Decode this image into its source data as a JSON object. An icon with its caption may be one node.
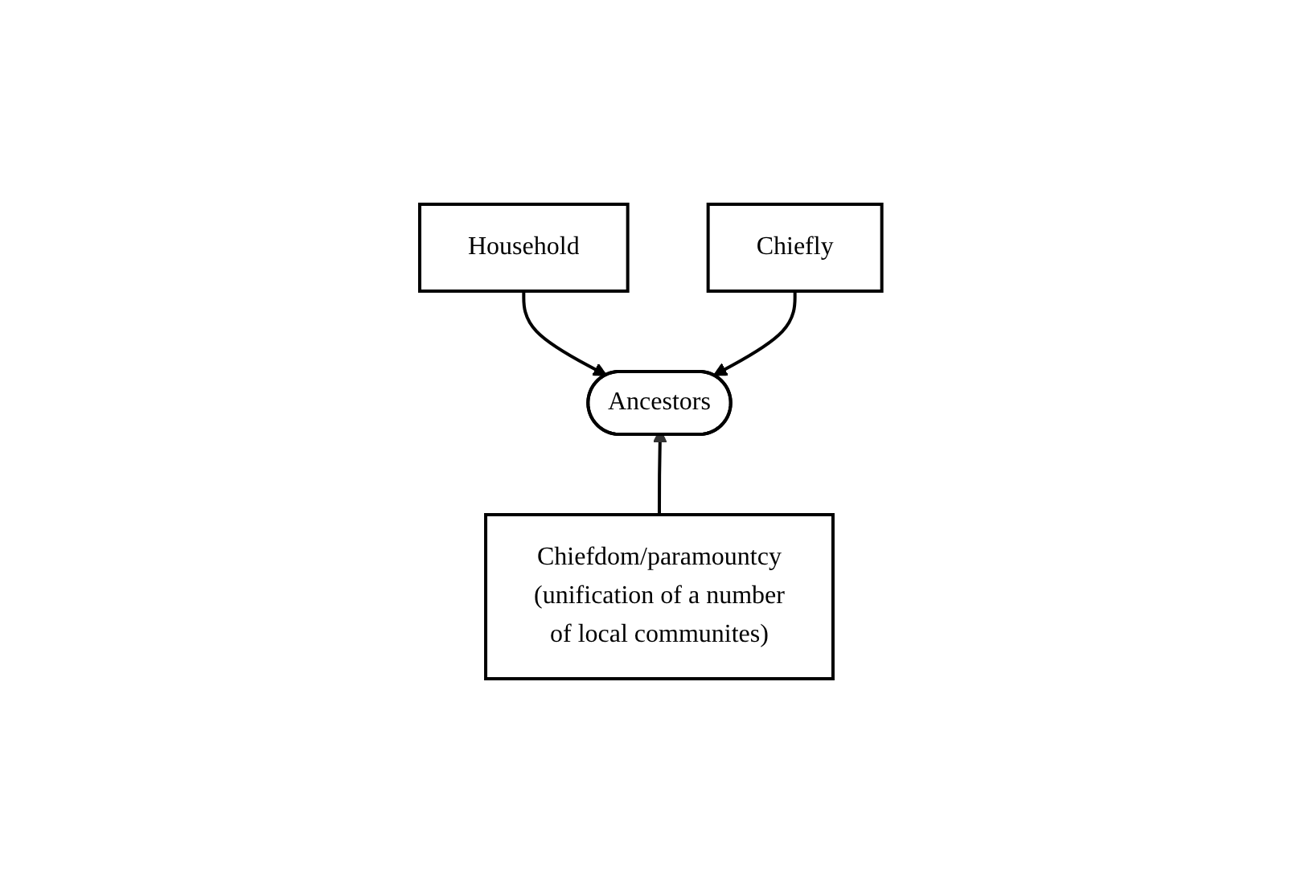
{
  "diagram": {
    "nodes": [
      {
        "text": [
          "Household"
        ]
      },
      {
        "text": [
          "Chiefly"
        ]
      },
      {
        "text": [
          "Ancestors"
        ]
      },
      {
        "text": [
          "Chiefdom/paramountcy (unification of a number of local communites)"
        ]
      }
    ],
    "edges": [
      {
        "from": 0,
        "to": 2,
        "arrow": "to"
      },
      {
        "from": 1,
        "to": 2,
        "arrow": "to"
      },
      {
        "from": 3,
        "to": 2,
        "arrow": "to"
      }
    ]
  }
}
